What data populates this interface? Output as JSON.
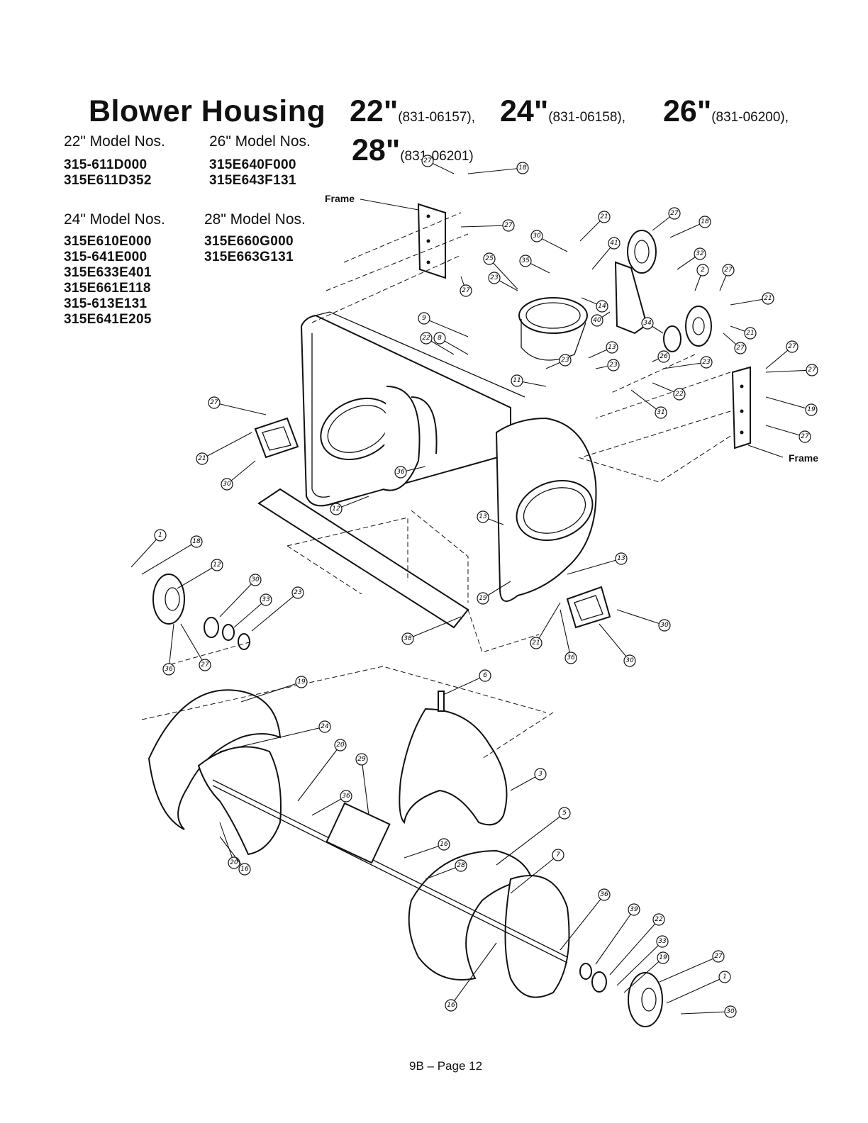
{
  "header": {
    "title": "Blower Housing",
    "sizes": [
      {
        "size": "22\"",
        "part": "(831-06157),"
      },
      {
        "size": "24\"",
        "part": "(831-06158),"
      },
      {
        "size": "26\"",
        "part": "(831-06200),"
      },
      {
        "size": "28\"",
        "part": "(831-06201)"
      }
    ]
  },
  "model_groups": [
    {
      "heading": "22\" Model Nos.",
      "models": [
        "315-611D000",
        "315E611D352"
      ]
    },
    {
      "heading": "26\" Model Nos.",
      "models": [
        "315E640F000",
        "315E643F131"
      ]
    },
    {
      "heading": "24\" Model Nos.",
      "models": [
        "315E610E000",
        "315-641E000",
        "315E633E401",
        "315E661E118",
        "315-613E131",
        "315E641E205"
      ]
    },
    {
      "heading": "28\" Model Nos.",
      "models": [
        "315E660G000",
        "315E663G131"
      ]
    }
  ],
  "frame_labels": [
    "Frame",
    "Frame"
  ],
  "callouts": [
    "27",
    "18",
    "27",
    "27",
    "21",
    "30",
    "41",
    "27",
    "18",
    "25",
    "35",
    "23",
    "32",
    "2",
    "27",
    "21",
    "21",
    "27",
    "27",
    "9",
    "22",
    "8",
    "23",
    "11",
    "14",
    "40",
    "13",
    "34",
    "26",
    "23",
    "23",
    "22",
    "31",
    "27",
    "19",
    "27",
    "27",
    "21",
    "30",
    "36",
    "12",
    "13",
    "19",
    "13",
    "30",
    "21",
    "30",
    "36",
    "38",
    "12",
    "1",
    "18",
    "30",
    "33",
    "23",
    "36",
    "27",
    "19",
    "6",
    "24",
    "20",
    "36",
    "29",
    "3",
    "5",
    "7",
    "20",
    "16",
    "28",
    "36",
    "39",
    "22",
    "33",
    "19",
    "27",
    "1",
    "30",
    "16",
    "16"
  ],
  "footer": {
    "page": "9B – Page 12"
  }
}
